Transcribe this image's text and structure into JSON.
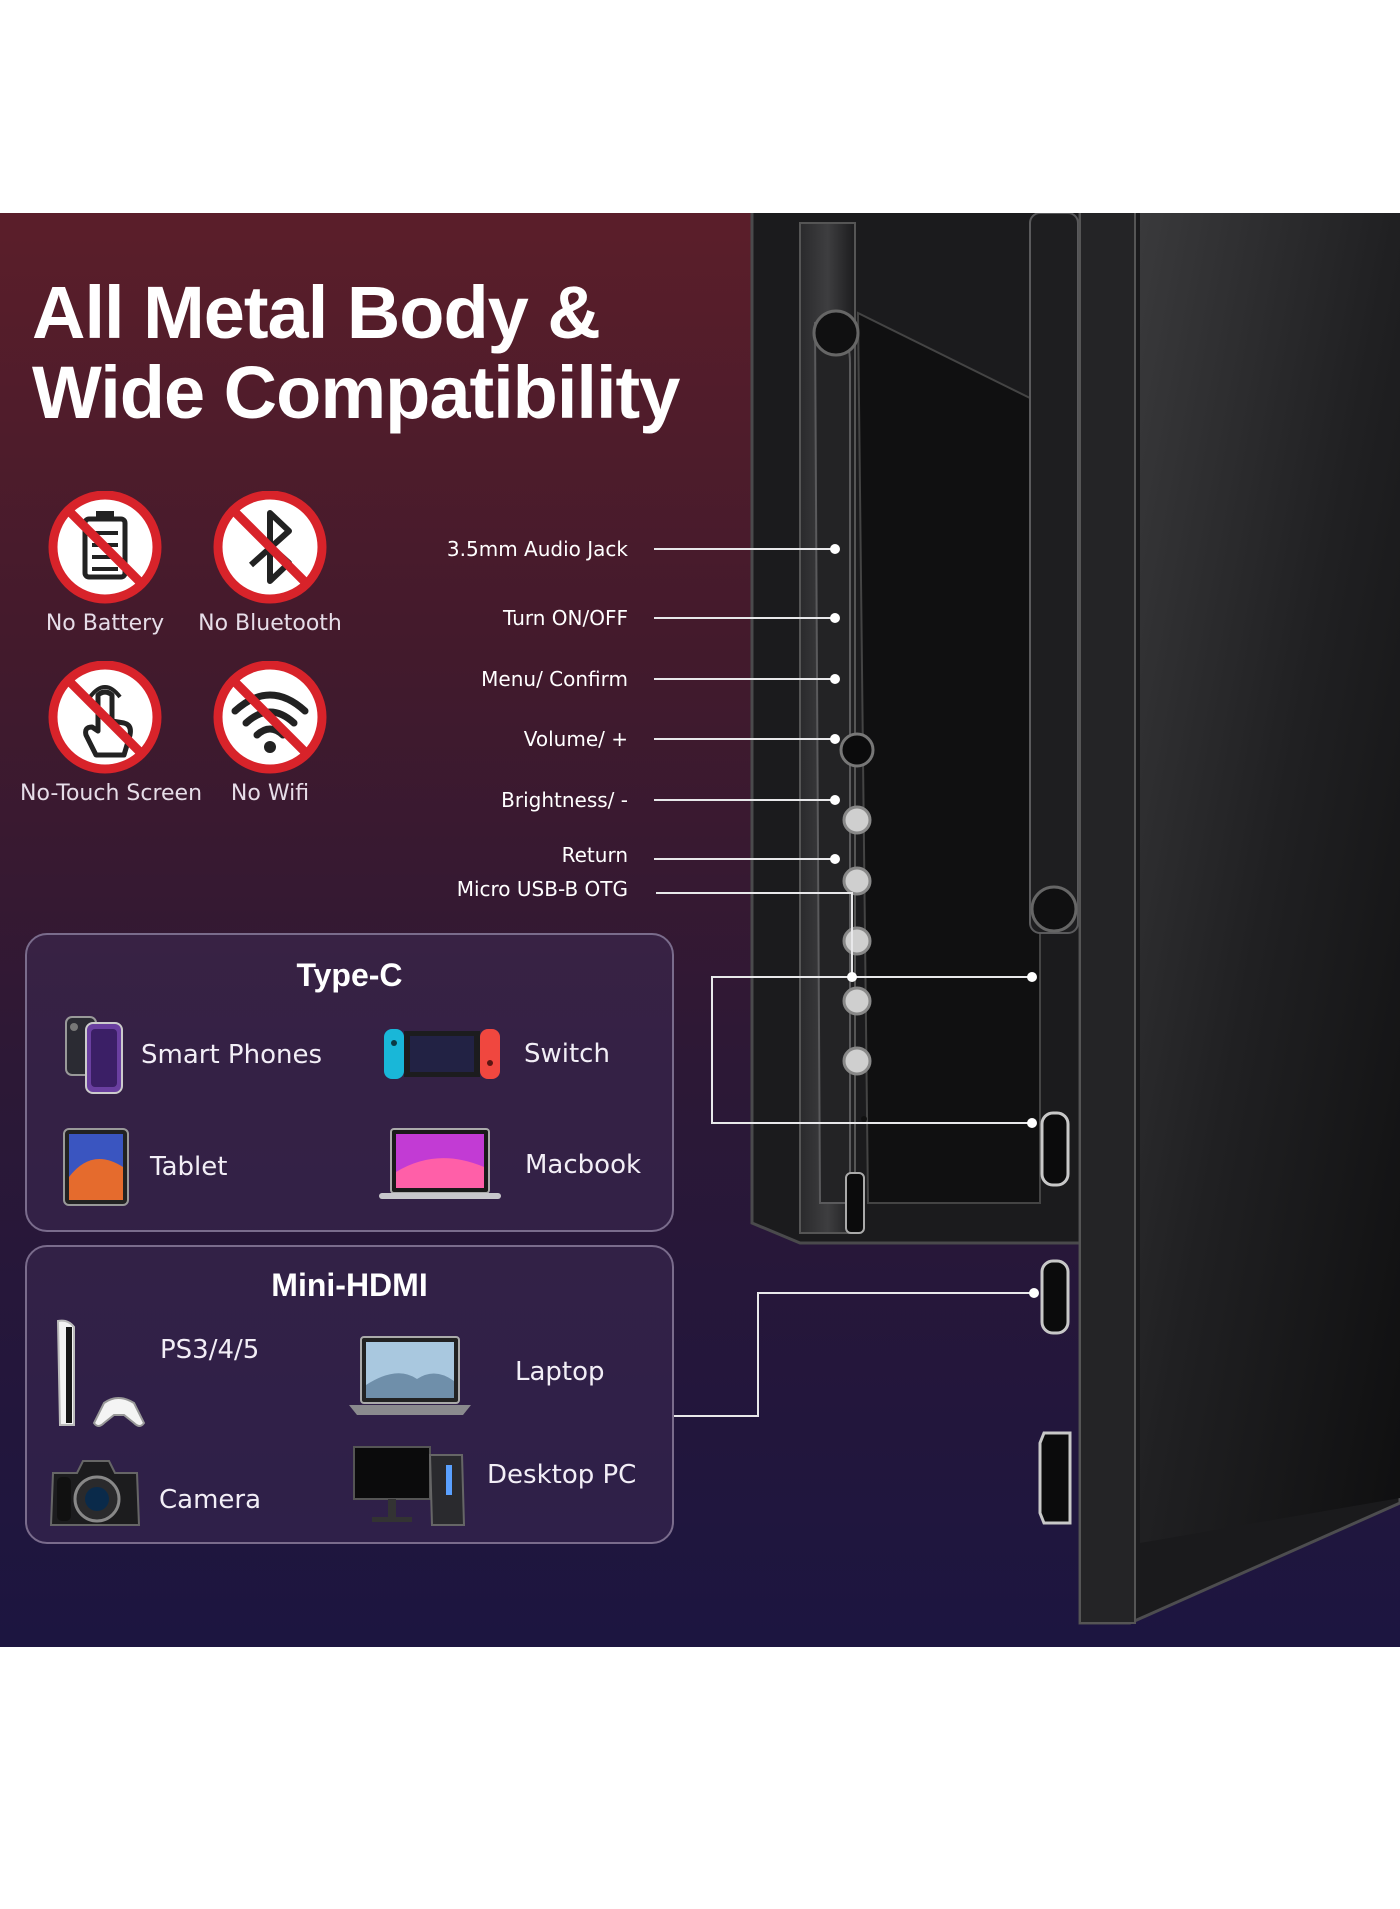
{
  "headline": {
    "line1": "All Metal Body &",
    "line2": "Wide Compatibility"
  },
  "no_features": [
    {
      "label": "No Battery",
      "icon": "battery-icon"
    },
    {
      "label": "No Bluetooth",
      "icon": "bluetooth-icon"
    },
    {
      "label": "No-Touch Screen",
      "icon": "touch-hand-icon"
    },
    {
      "label": "No Wifi",
      "icon": "wifi-icon"
    }
  ],
  "ports": [
    "3.5mm Audio Jack",
    "Turn ON/OFF",
    "Menu/ Confirm",
    "Volume/ +",
    "Brightness/ -",
    "Return",
    "Micro USB-B OTG"
  ],
  "type_c": {
    "title": "Type-C",
    "devices": [
      {
        "label": "Smart Phones",
        "icon": "smartphone-icon"
      },
      {
        "label": "Switch",
        "icon": "game-console-icon"
      },
      {
        "label": "Tablet",
        "icon": "tablet-icon"
      },
      {
        "label": "Macbook",
        "icon": "laptop-icon"
      }
    ]
  },
  "mini_hdmi": {
    "title": "Mini-HDMI",
    "devices": [
      {
        "label": "PS3/4/5",
        "icon": "console-controller-icon"
      },
      {
        "label": "Laptop",
        "icon": "laptop-icon"
      },
      {
        "label": "Camera",
        "icon": "camera-icon"
      },
      {
        "label": "Desktop PC",
        "icon": "desktop-pc-icon"
      }
    ]
  },
  "colors": {
    "prohibit_red": "#d8232a",
    "banner_top": "#5b1e2a",
    "banner_bottom": "#1c1540",
    "panel_border": "#7a6c8c"
  }
}
